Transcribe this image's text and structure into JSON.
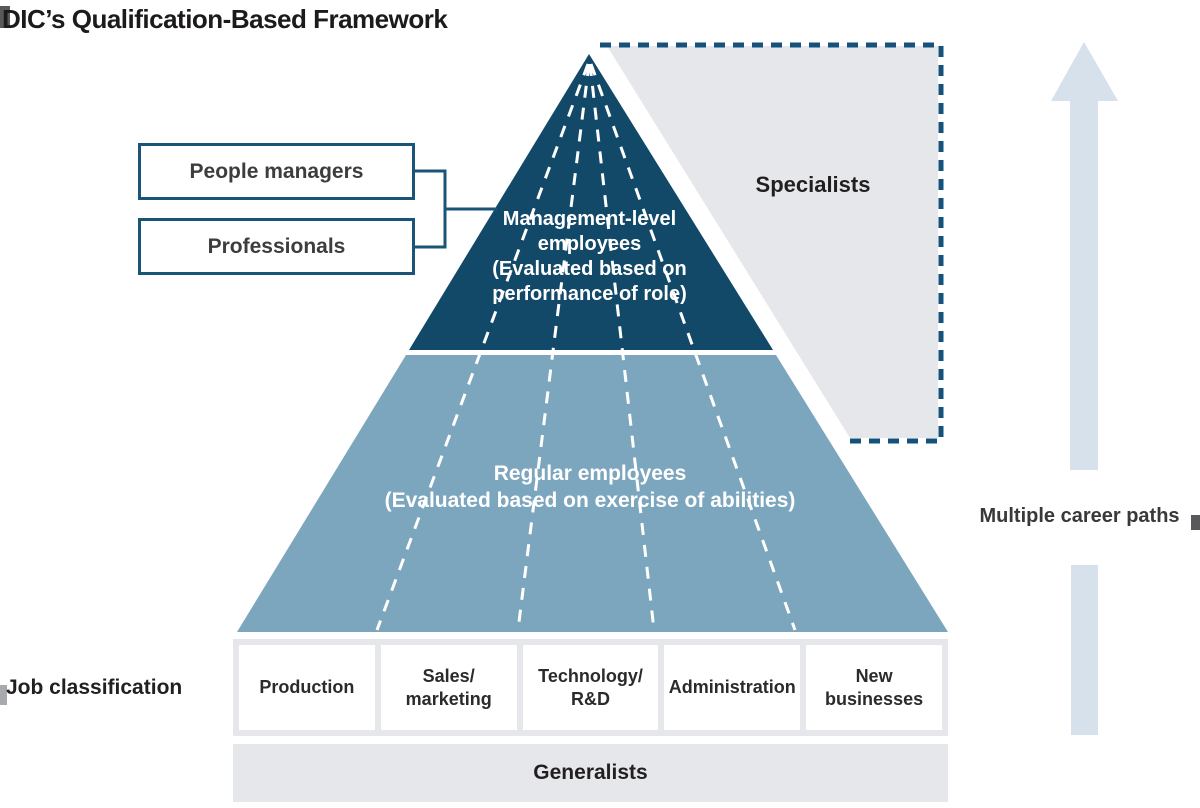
{
  "title": "DIC’s Qualification-Based Framework",
  "colors": {
    "dark_navy": "#124868",
    "light_blue": "#7CA6BD",
    "pale_blue": "#D6E1EC",
    "light_gray": "#E5E7EA",
    "teal_border": "#1A5476",
    "text_dark": "#231F20",
    "white": "#FFFFFF"
  },
  "left_boxes": {
    "people_managers_label": "People managers",
    "professionals_label": "Professionals"
  },
  "pyramid": {
    "management_label": "Management-level\nemployees\n(Evaluated based on\nperformance of role)",
    "regular_label": "Regular employees\n(Evaluated based on exercise of abilities)",
    "specialists_label": "Specialists"
  },
  "career": {
    "arrow_label": "Multiple career paths",
    "arrow_icon": "up-arrow"
  },
  "jobs": {
    "section_label": "Job classification",
    "items": [
      {
        "label": "Production"
      },
      {
        "label": "Sales/\nmarketing"
      },
      {
        "label": "Technology/\nR&D"
      },
      {
        "label": "Administration"
      },
      {
        "label": "New\nbusinesses"
      }
    ],
    "generalists_label": "Generalists"
  }
}
